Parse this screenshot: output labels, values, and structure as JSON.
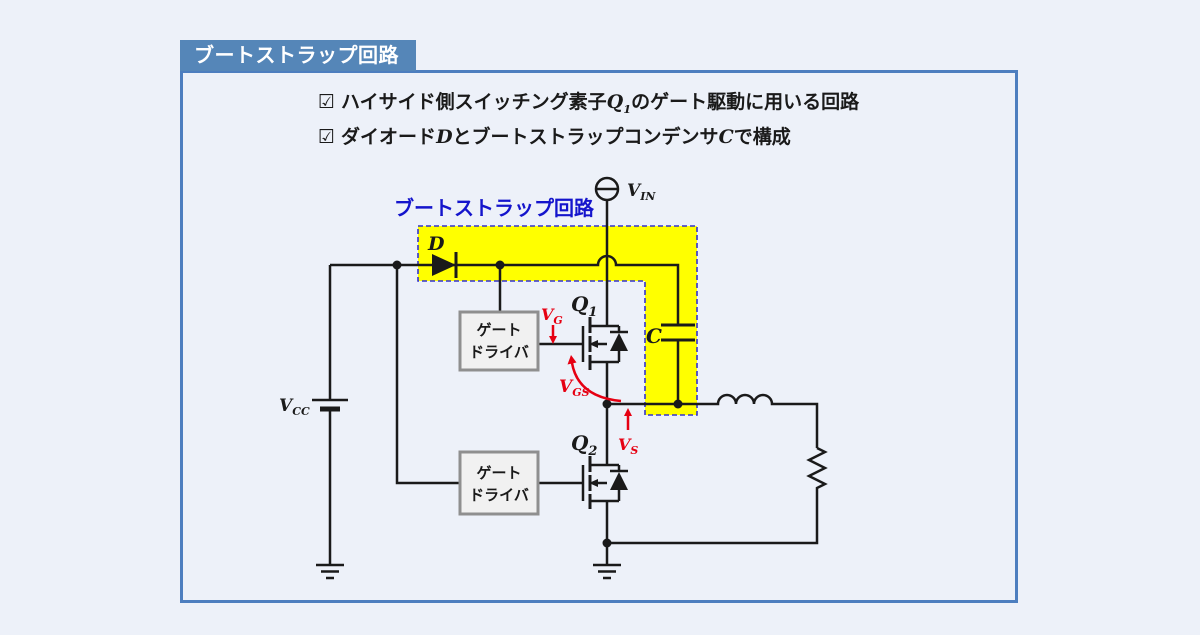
{
  "page": {
    "title": "ブートストラップ回路"
  },
  "bullets": {
    "check": "☑",
    "b1": {
      "t1": "ハイサイド側スイッチング素子",
      "v1": "Q",
      "v1sub": "1",
      "t2": "のゲート駆動に用いる回路"
    },
    "b2": {
      "t1": "ダイオード",
      "v1": "D",
      "t2": "とブートストラップコンデンサ",
      "v2": "C",
      "t3": "で構成"
    }
  },
  "circuit": {
    "highlight_label": "ブートストラップ回路",
    "gate_driver_top": {
      "line1": "ゲート",
      "line2": "ドライバ"
    },
    "gate_driver_bottom": {
      "line1": "ゲート",
      "line2": "ドライバ"
    },
    "labels": {
      "vin": {
        "base": "V",
        "sub": "IN"
      },
      "vcc": {
        "base": "V",
        "sub": "CC"
      },
      "vg": {
        "base": "V",
        "sub": "G"
      },
      "vgs": {
        "base": "V",
        "sub": "GS"
      },
      "vs": {
        "base": "V",
        "sub": "S"
      },
      "q1": {
        "base": "Q",
        "sub": "1"
      },
      "q2": {
        "base": "Q",
        "sub": "2"
      },
      "diode": "D",
      "capacitor": "C"
    },
    "colors": {
      "page_bg": "#edf1f9",
      "title_bg": "#5586b8",
      "title_fg": "#ffffff",
      "container_border": "#4d7ebf",
      "text": "#1a1a1a",
      "wire": "#1a1a1a",
      "highlight": "#ffff00",
      "dashed_border": "#3333cc",
      "label_blue": "#1414cc",
      "annotation_red": "#e60012",
      "driver_box_fill": "#f1f1f1",
      "driver_box_border": "#8f8f8f"
    }
  }
}
